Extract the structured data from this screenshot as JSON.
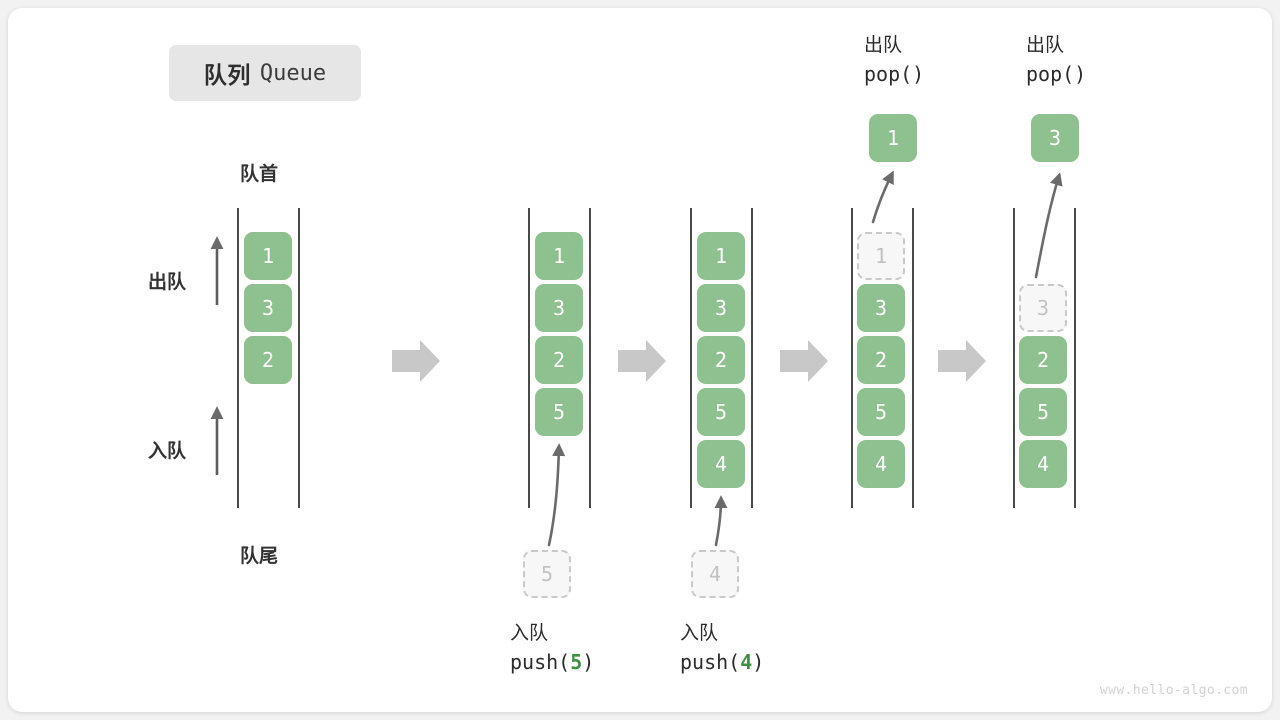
{
  "title": {
    "cn": "队列",
    "en": "Queue"
  },
  "labels": {
    "front": "队首",
    "rear": "队尾",
    "dequeue": "出队",
    "enqueue": "入队"
  },
  "watermark": "www.hello-algo.com",
  "colors": {
    "box_fill": "#8fc08f",
    "box_text": "#ffffff",
    "ghost_fill": "#f7f7f7",
    "ghost_border": "#c9c9c9",
    "ghost_text": "#c2c2c2",
    "rail": "#4a4a4a",
    "step_arrow": "#c8c8c8",
    "motion_arrow": "#6b6b6b",
    "accent_green": "#3f9142",
    "badge_bg": "#e6e6e6",
    "card_bg": "#ffffff",
    "page_bg": "#f2f2f2"
  },
  "columns": [
    {
      "id": "initial",
      "items": [
        "1",
        "3",
        "2"
      ],
      "ghost_index": -1,
      "caption_cn": null,
      "caption_code": null,
      "result": null
    },
    {
      "id": "after-push-5",
      "items": [
        "1",
        "3",
        "2",
        "5"
      ],
      "ghost_index": -1,
      "caption_cn": "入队",
      "caption_code_prefix": "push(",
      "caption_code_arg": "5",
      "caption_code_suffix": ")",
      "incoming_value": "5",
      "result": null
    },
    {
      "id": "after-push-4",
      "items": [
        "1",
        "3",
        "2",
        "5",
        "4"
      ],
      "ghost_index": -1,
      "caption_cn": "入队",
      "caption_code_prefix": "push(",
      "caption_code_arg": "4",
      "caption_code_suffix": ")",
      "incoming_value": "4",
      "result": null
    },
    {
      "id": "after-pop-1",
      "items": [
        "1",
        "3",
        "2",
        "5",
        "4"
      ],
      "ghost_index": 0,
      "caption_cn": "出队",
      "caption_code": "pop()",
      "result": "1"
    },
    {
      "id": "after-pop-3",
      "items": [
        "3",
        "2",
        "5",
        "4"
      ],
      "ghost_index": 0,
      "caption_cn": "出队",
      "caption_code": "pop()",
      "result": "3"
    }
  ],
  "step_arrows": 4
}
